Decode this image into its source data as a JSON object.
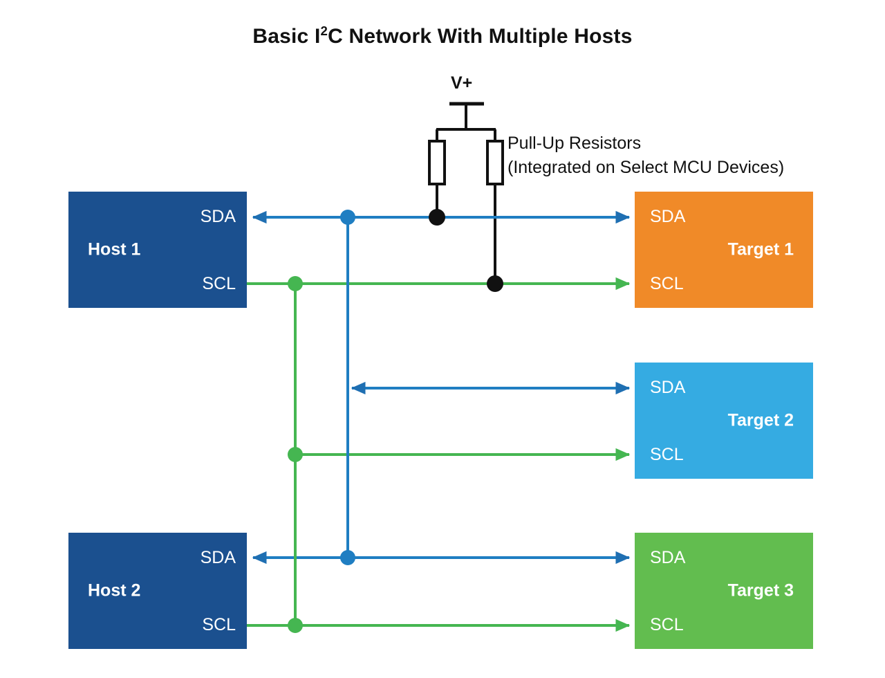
{
  "diagram": {
    "title_prefix": "Basic I",
    "title_superscript": "2",
    "title_suffix": "C Network With Multiple Hosts",
    "title_full": "Basic I2C Network With Multiple Hosts"
  },
  "power": {
    "label": "V+"
  },
  "pullups": {
    "line1": "Pull-Up Resistors",
    "line2": "(Integrated on Select MCU Devices)"
  },
  "pins": {
    "sda": "SDA",
    "scl": "SCL"
  },
  "blocks": {
    "host1": {
      "name": "Host 1",
      "sda": "SDA",
      "scl": "SCL",
      "color": "#1b508f"
    },
    "host2": {
      "name": "Host 2",
      "sda": "SDA",
      "scl": "SCL",
      "color": "#1b508f"
    },
    "target1": {
      "name": "Target 1",
      "sda": "SDA",
      "scl": "SCL",
      "color": "#f08a28"
    },
    "target2": {
      "name": "Target 2",
      "sda": "SDA",
      "scl": "SCL",
      "color": "#35abe2"
    },
    "target3": {
      "name": "Target 3",
      "sda": "SDA",
      "scl": "SCL",
      "color": "#62bd4f"
    }
  },
  "colors": {
    "sda_line": "#1f7ec2",
    "scl_line": "#45b651",
    "wire_black": "#111111",
    "host_blue": "#1b508f",
    "target1_orange": "#f08a28",
    "target2_lightblue": "#35abe2",
    "target3_green": "#62bd4f",
    "background": "#ffffff",
    "text_dark": "#111111",
    "text_light": "#ffffff"
  }
}
